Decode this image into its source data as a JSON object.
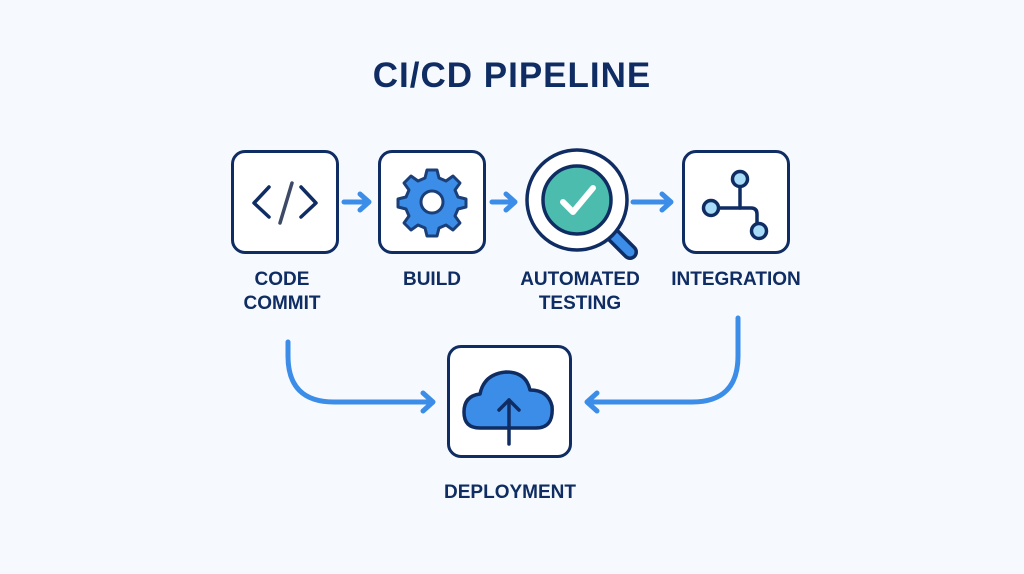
{
  "title": "CI/CD PIPELINE",
  "colors": {
    "navy": "#0f2d63",
    "accent_blue": "#3b8de8",
    "teal": "#4cbcae",
    "light_blue": "#a8dcf6",
    "background": "#f6f9fd"
  },
  "stages": [
    {
      "id": "code-commit",
      "label_line1": "CODE",
      "label_line2": "COMMIT",
      "icon": "code-brackets-icon"
    },
    {
      "id": "build",
      "label_line1": "BUILD",
      "label_line2": "",
      "icon": "gear-icon"
    },
    {
      "id": "automated-testing",
      "label_line1": "AUTOMATED",
      "label_line2": "TESTING",
      "icon": "magnifier-check-icon"
    },
    {
      "id": "integration",
      "label_line1": "INTEGRATION",
      "label_line2": "",
      "icon": "git-merge-icon"
    },
    {
      "id": "deployment",
      "label_line1": "DEPLOYMENT",
      "label_line2": "",
      "icon": "cloud-upload-icon"
    }
  ],
  "edges": [
    {
      "from": "code-commit",
      "to": "build"
    },
    {
      "from": "build",
      "to": "automated-testing"
    },
    {
      "from": "automated-testing",
      "to": "integration"
    },
    {
      "from": "code-commit",
      "to": "deployment"
    },
    {
      "from": "integration",
      "to": "deployment"
    }
  ]
}
